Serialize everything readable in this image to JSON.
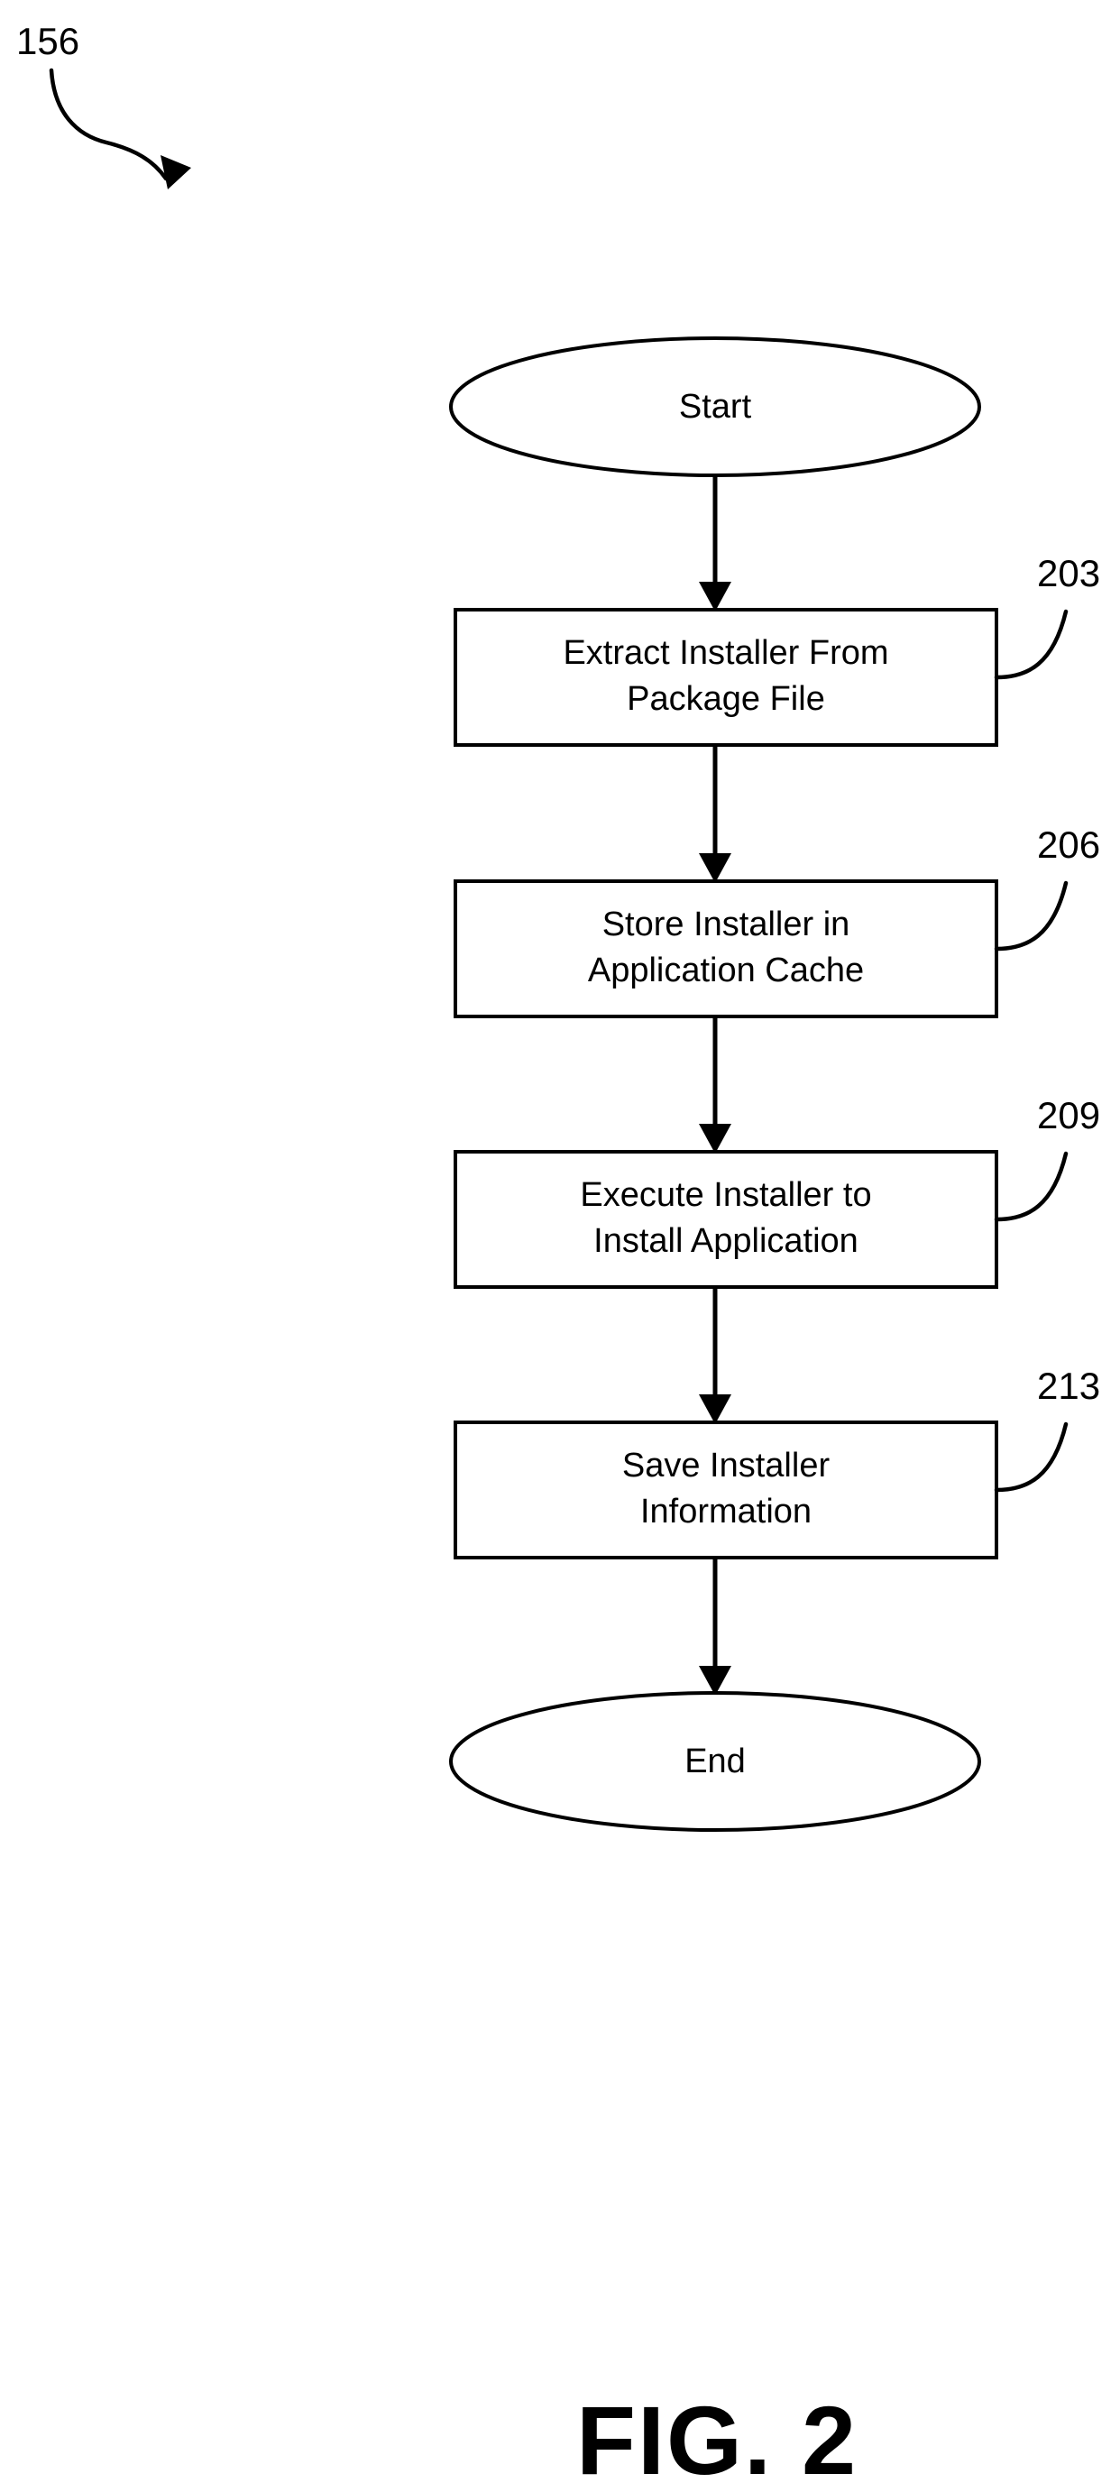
{
  "figure": {
    "caption": "FIG. 2",
    "diagram_reference_label": "156",
    "background_color": "#ffffff",
    "stroke_color": "#000000"
  },
  "flowchart": {
    "type": "flowchart",
    "orientation": "vertical",
    "nodes": [
      {
        "id": "start",
        "shape": "ellipse",
        "label": "Start",
        "ref": null
      },
      {
        "id": "step-203",
        "shape": "rectangle",
        "label_line1": "Extract Installer From",
        "label_line2": "Package File",
        "ref": "203"
      },
      {
        "id": "step-206",
        "shape": "rectangle",
        "label_line1": "Store Installer in",
        "label_line2": "Application Cache",
        "ref": "206"
      },
      {
        "id": "step-209",
        "shape": "rectangle",
        "label_line1": "Execute Installer to",
        "label_line2": "Install Application",
        "ref": "209"
      },
      {
        "id": "step-213",
        "shape": "rectangle",
        "label_line1": "Save Installer",
        "label_line2": "Information",
        "ref": "213"
      },
      {
        "id": "end",
        "shape": "ellipse",
        "label": "End",
        "ref": null
      }
    ],
    "edges": [
      {
        "from": "start",
        "to": "step-203",
        "style": "arrow"
      },
      {
        "from": "step-203",
        "to": "step-206",
        "style": "arrow"
      },
      {
        "from": "step-206",
        "to": "step-209",
        "style": "arrow"
      },
      {
        "from": "step-209",
        "to": "step-213",
        "style": "arrow"
      },
      {
        "from": "step-213",
        "to": "end",
        "style": "arrow"
      }
    ]
  }
}
